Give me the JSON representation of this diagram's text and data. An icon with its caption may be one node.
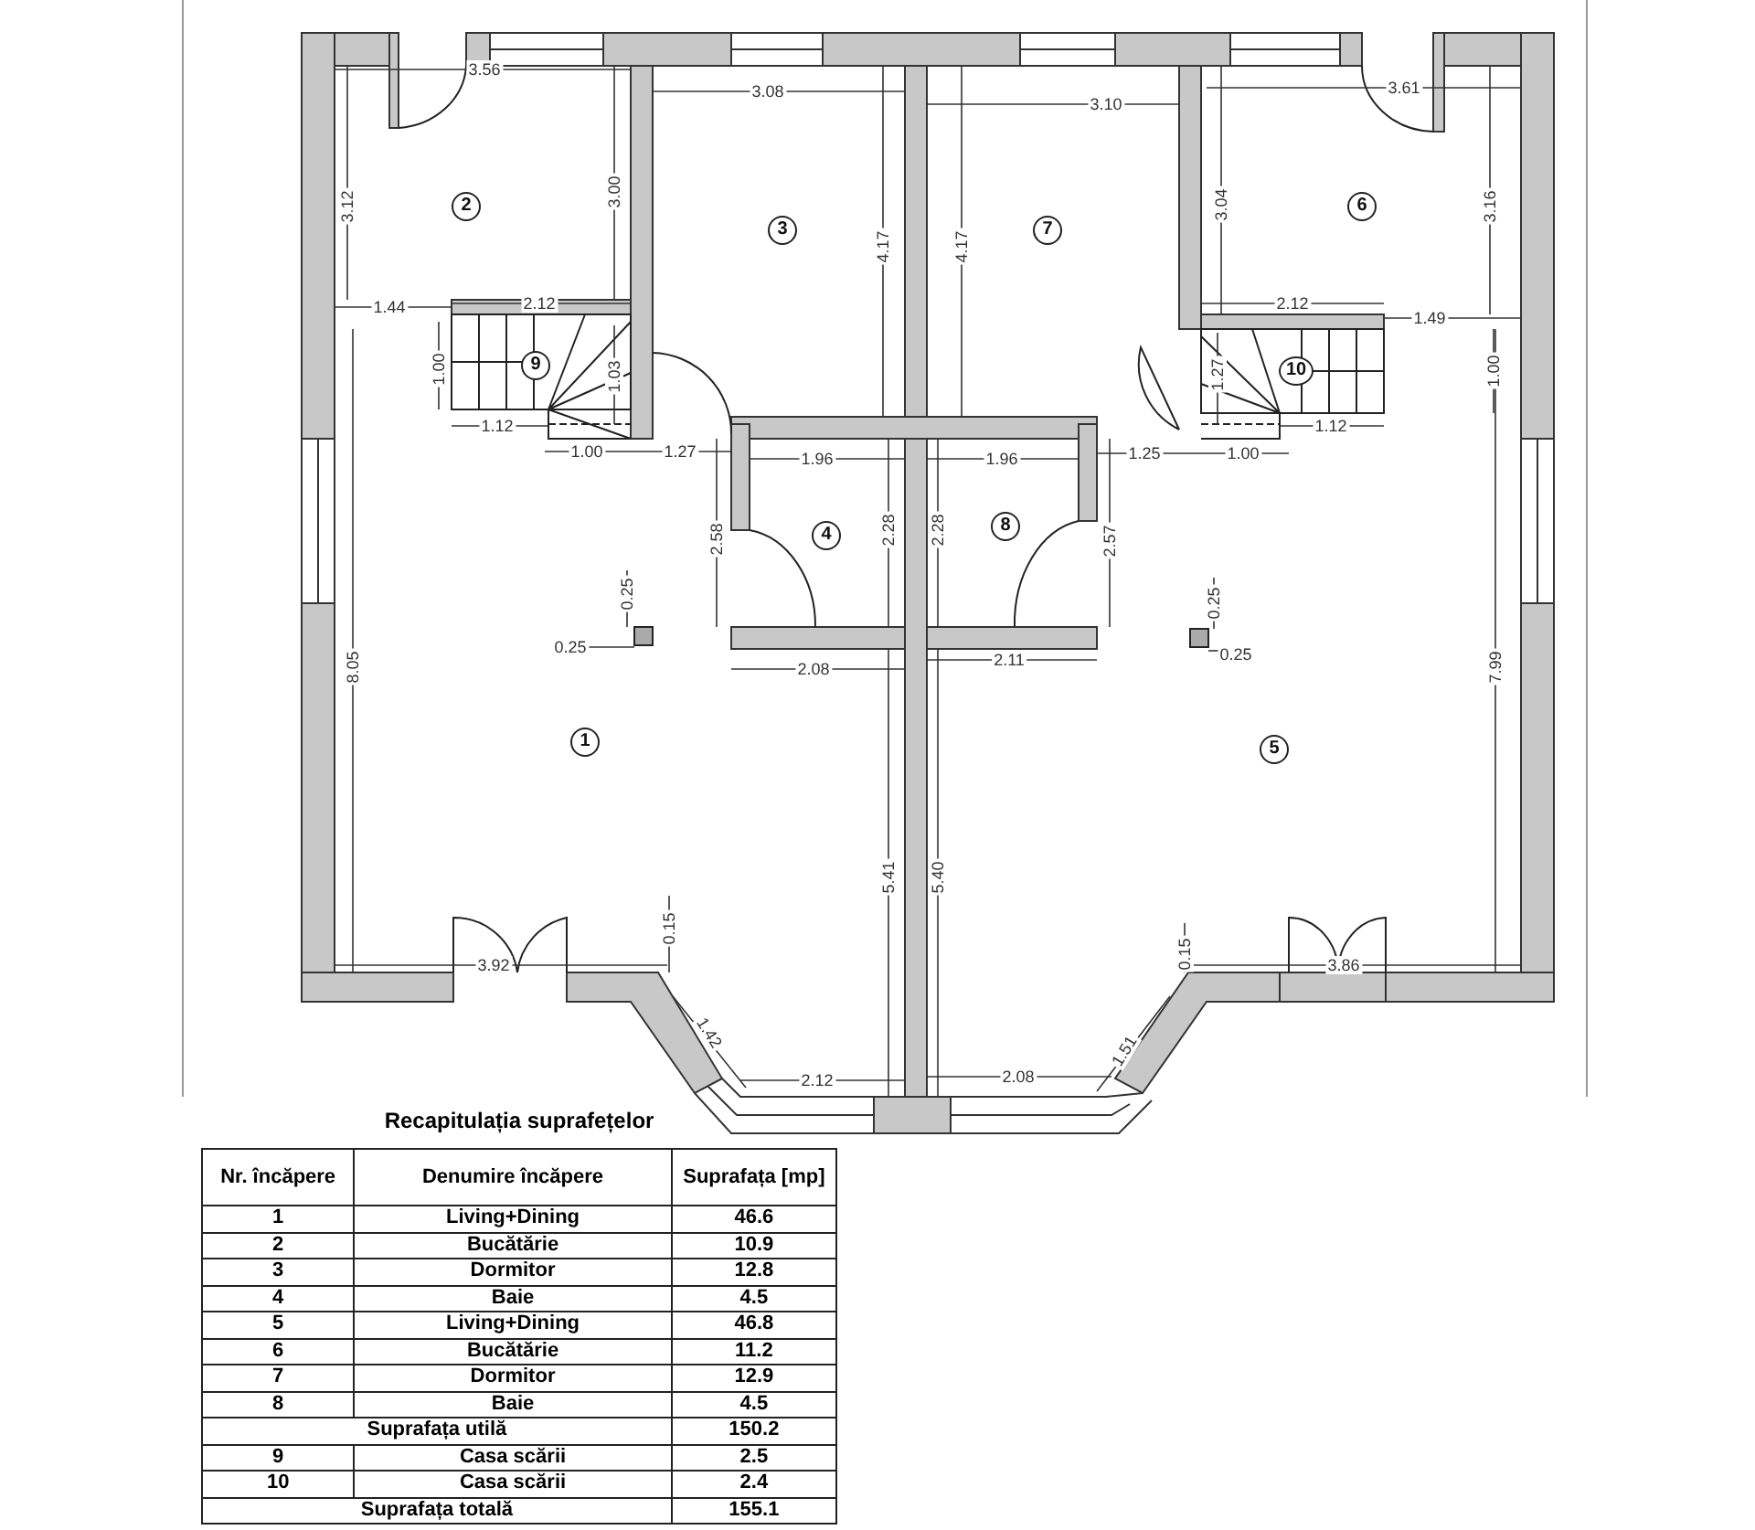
{
  "diagram": {
    "nodes": [
      {
        "text": [
          "2"
        ]
      },
      {
        "text": [
          "3"
        ]
      },
      {
        "text": [
          "7"
        ]
      },
      {
        "text": [
          "6"
        ]
      },
      {
        "text": [
          "9"
        ]
      },
      {
        "text": [
          "10"
        ]
      },
      {
        "text": [
          "4"
        ]
      },
      {
        "text": [
          "8"
        ]
      },
      {
        "text": [
          "1"
        ]
      },
      {
        "text": [
          "5"
        ]
      }
    ],
    "labels": [
      "3.56",
      "3.08",
      "3.10",
      "3.61",
      "3.12",
      "3.00",
      "4.17",
      "4.17",
      "3.04",
      "3.16",
      "1.44",
      "2.12",
      "2.12",
      "1.49",
      "1.00",
      "1.03",
      "1.27",
      "1.00",
      "1.12",
      "1.12",
      "1.00",
      "1.27",
      "1.96",
      "1.96",
      "1.25",
      "1.00",
      "2.58",
      "2.28",
      "2.28",
      "2.57",
      "0.25",
      "0.25",
      "0.25",
      "0.25",
      "2.08",
      "2.11",
      "8.05",
      "7.99",
      "5.41",
      "5.40",
      "0.15",
      "0.15",
      "3.92",
      "3.86",
      "1.42",
      "1.51",
      "2.12",
      "2.08",
      "Recapitulația suprafețelor",
      "Nr. încăpere",
      "Denumire încăpere",
      "Suprafața [mp]",
      "1",
      "Living+Dining",
      "46.6",
      "2",
      "Bucătărie",
      "10.9",
      "3",
      "Dormitor",
      "12.8",
      "4",
      "Baie",
      "4.5",
      "5",
      "Living+Dining",
      "46.8",
      "6",
      "Bucătărie",
      "11.2",
      "7",
      "Dormitor",
      "12.9",
      "8",
      "Baie",
      "4.5",
      "Suprafața utilă",
      "150.2",
      "9",
      "Casa scării",
      "2.5",
      "10",
      "Casa scării",
      "2.4",
      "Suprafața totală",
      "155.1"
    ]
  }
}
